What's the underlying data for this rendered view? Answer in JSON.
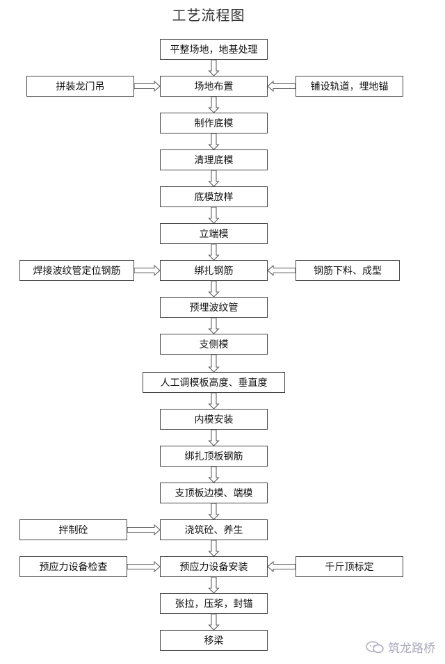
{
  "title": "工艺流程图",
  "main_steps": [
    "平整场地，地基处理",
    "场地布置",
    "制作底模",
    "清理底模",
    "底模放样",
    "立端模",
    "绑扎钢筋",
    "预埋波纹管",
    "支侧模",
    "人工调模板高度、垂直度",
    "内模安装",
    "绑扎顶板钢筋",
    "支顶板边模、端模",
    "浇筑砼、养生",
    "预应力设备安装",
    "张拉，压浆，封锚",
    "移梁"
  ],
  "left_inputs": {
    "gantry": "拼装龙门吊",
    "weld": "焊接波纹管定位钢筋",
    "mix": "拌制砼",
    "check": "预应力设备检查"
  },
  "right_inputs": {
    "rail": "铺设轨道，埋地锚",
    "rebar": "钢筋下料、成型",
    "jack": "千斤顶标定"
  },
  "watermark": "筑龙路桥"
}
